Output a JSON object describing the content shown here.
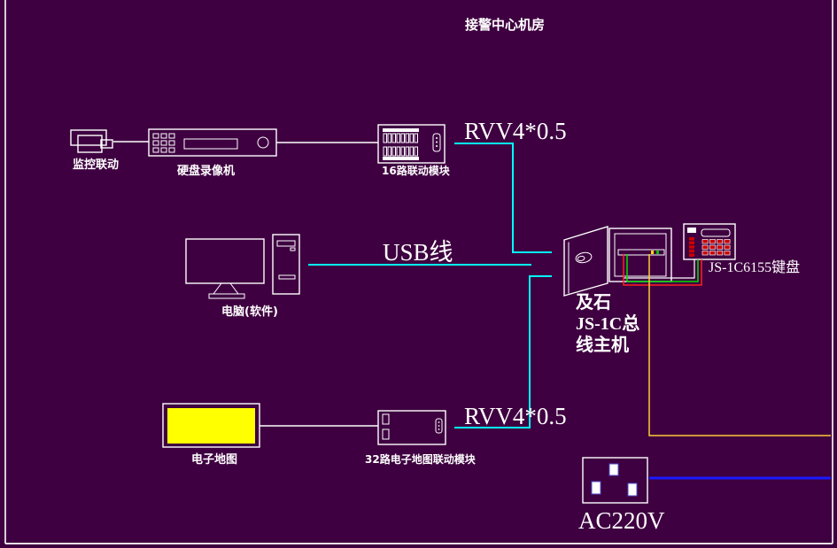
{
  "title": "接警中心机房",
  "colors": {
    "background": "#3E0040",
    "line_cyan": "#00FFFF",
    "line_white": "#FFFFFF",
    "wire_yellow": "#FFCC33",
    "wire_green": "#00DF00",
    "wire_red": "#FF2020",
    "line_blue": "#1A1AFF",
    "map_fill": "#FFFF00",
    "key_red": "#CC0000"
  },
  "nodes": {
    "camera": {
      "label": "监控联动"
    },
    "dvr": {
      "label": "硬盘录像机"
    },
    "module16": {
      "label": "16路联动模块"
    },
    "computer": {
      "label": "电脑(软件)"
    },
    "map": {
      "label": "电子地图"
    },
    "module32": {
      "label": "32路电子地图联动模块"
    },
    "host": {
      "label_line1": "及石",
      "label_line2": "JS-1C总",
      "label_line3": "线主机"
    },
    "keypad": {
      "label": "JS-1C6155键盘"
    },
    "power": {
      "label": "AC220V"
    }
  },
  "cables": {
    "rvv_top": "RVV4*0.5",
    "usb": "USB线",
    "rvv_bottom": "RVV4*0.5"
  }
}
